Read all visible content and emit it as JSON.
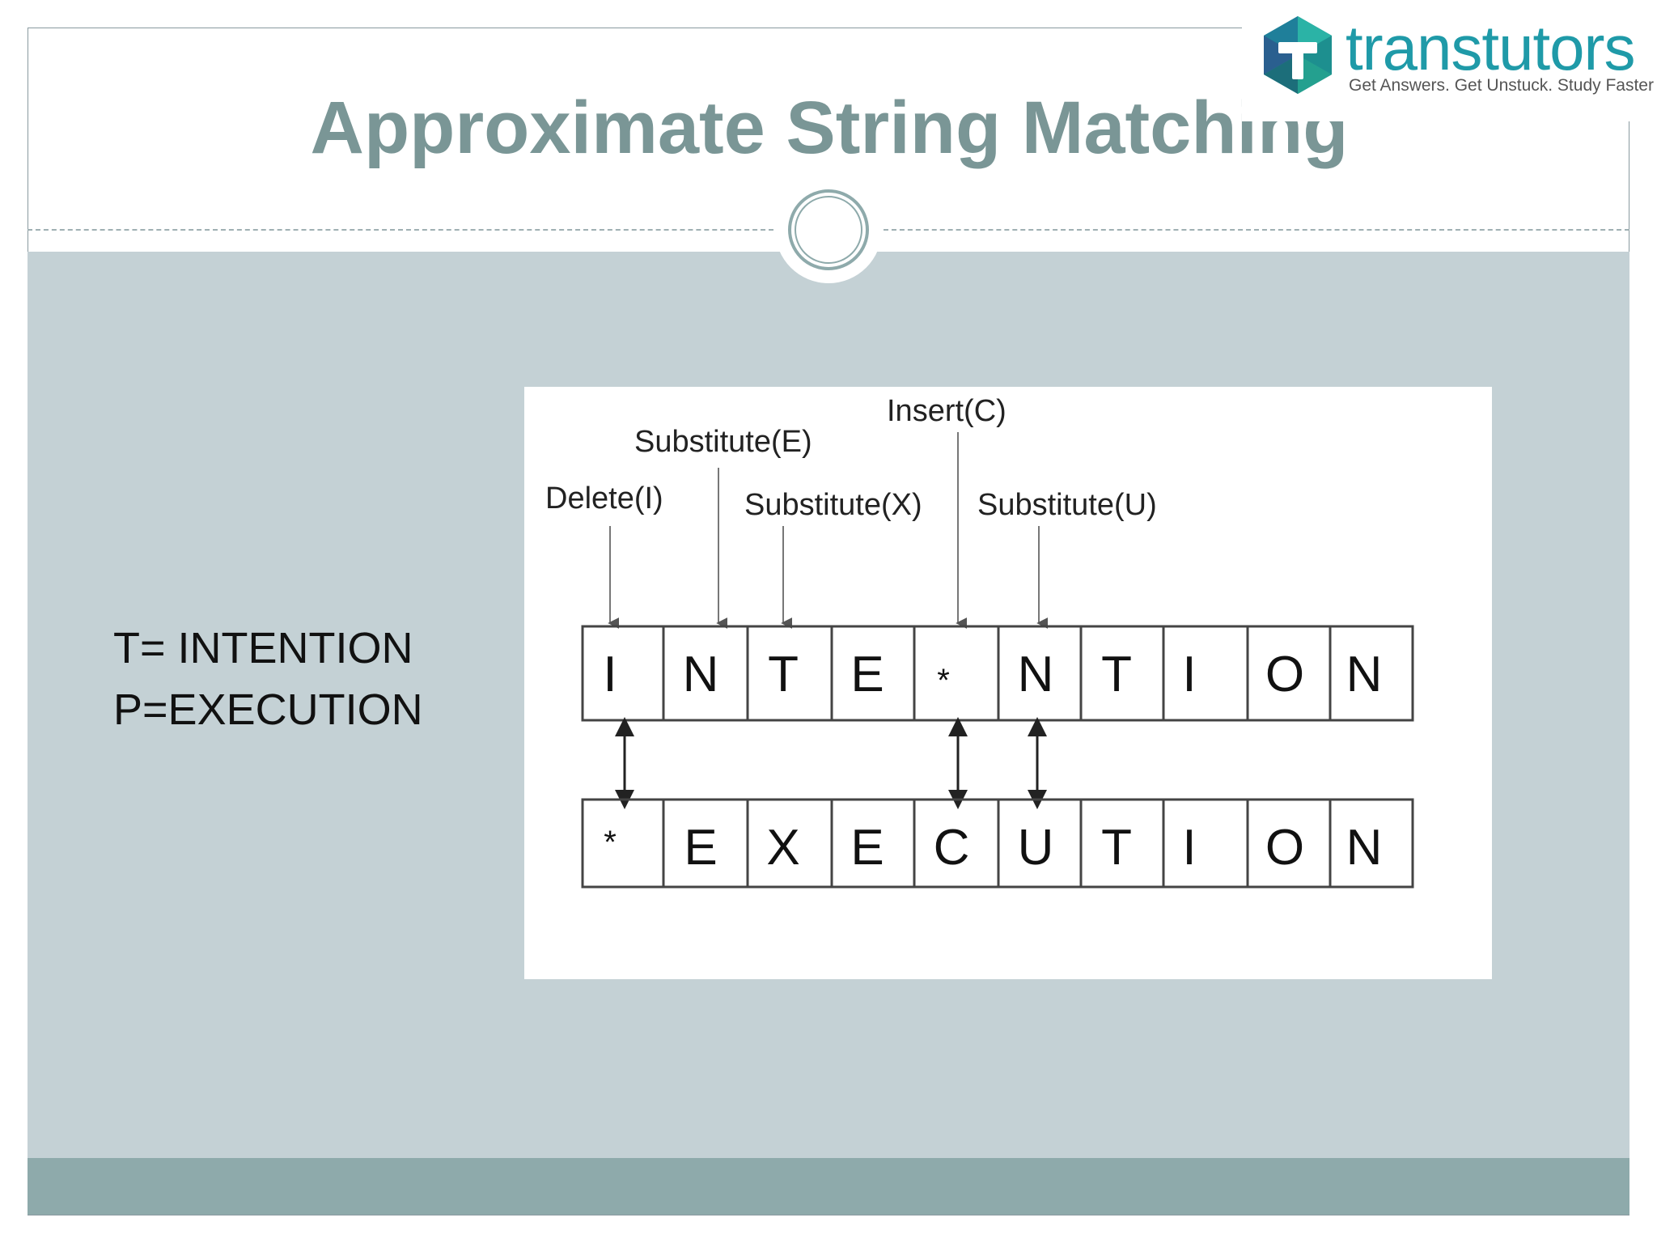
{
  "slide": {
    "title": "Approximate String Matching",
    "text_line_t": "T= INTENTION",
    "text_line_p": "P=EXECUTION"
  },
  "logo": {
    "wordmark": "transtutors",
    "tagline": "Get Answers. Get Unstuck. Study Faster",
    "icon": "transtutors-t-hexagon-icon"
  },
  "diagram": {
    "operations": {
      "delete": "Delete(I)",
      "substitute_e": "Substitute(E)",
      "substitute_x": "Substitute(X)",
      "insert": "Insert(C)",
      "substitute_u": "Substitute(U)"
    },
    "top_row": [
      "I",
      "N",
      "T",
      "E",
      "*",
      "N",
      "T",
      "I",
      "O",
      "N"
    ],
    "bottom_row": [
      "*",
      "E",
      "X",
      "E",
      "C",
      "U",
      "T",
      "I",
      "O",
      "N"
    ]
  },
  "colors": {
    "title": "#7a9696",
    "content_band": "#c4d1d5",
    "footer_band": "#8eaaab",
    "logo_text": "#1f9aa8"
  }
}
